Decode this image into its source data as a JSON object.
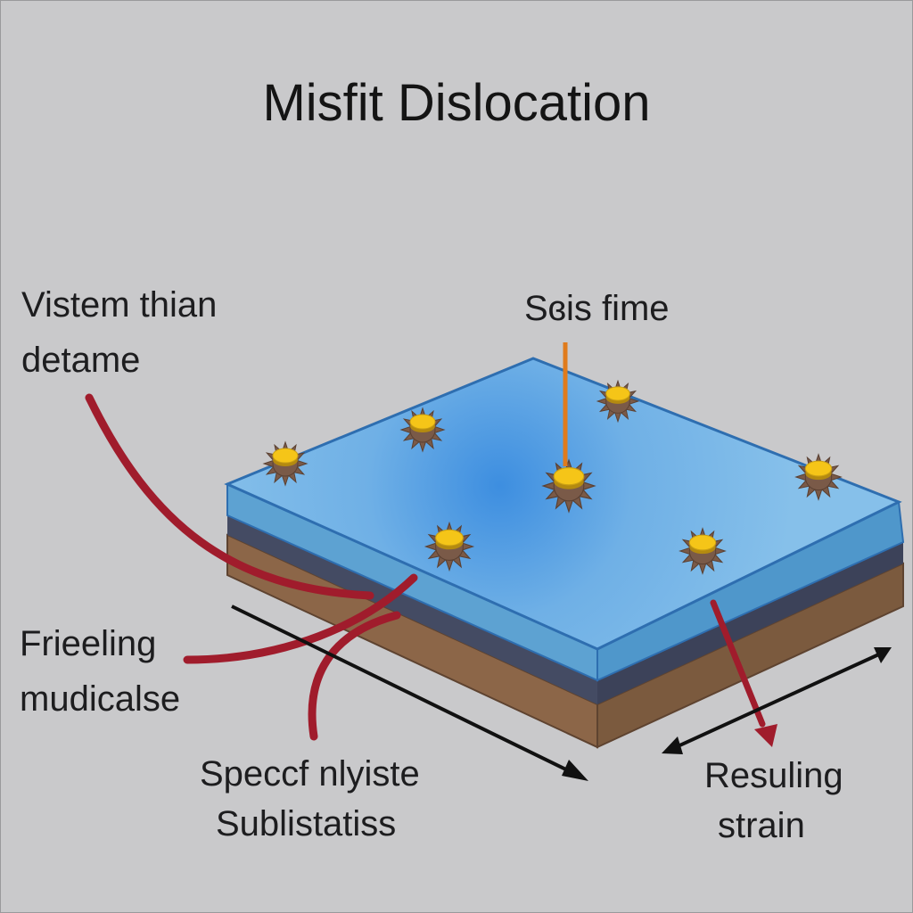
{
  "title": "Misfit Dislocation",
  "labels": {
    "top_left": [
      "Vistem thian",
      "detame"
    ],
    "top_center": "Sɞis fime",
    "middle_left": [
      "Frieeling",
      "mudicalse"
    ],
    "bottom_center": [
      "Speccf nlyiste",
      "Sublistatiss"
    ],
    "bottom_right": [
      "Resuling",
      "strain"
    ]
  },
  "colors": {
    "background": "#c9c9cb",
    "film_top": "#7fbbe6",
    "film_side": "#5da2d2",
    "interface": "#444b63",
    "substrate": "#8c6648",
    "dislocation_core": "#f5c518",
    "dislocation_petals": "#7a5a48",
    "pointer_red": "#a01c2c",
    "pointer_orange": "#e07b1c",
    "arrow": "#111111"
  },
  "icons": [
    "dislocation-marker-icon"
  ],
  "dislocation_count": 7
}
